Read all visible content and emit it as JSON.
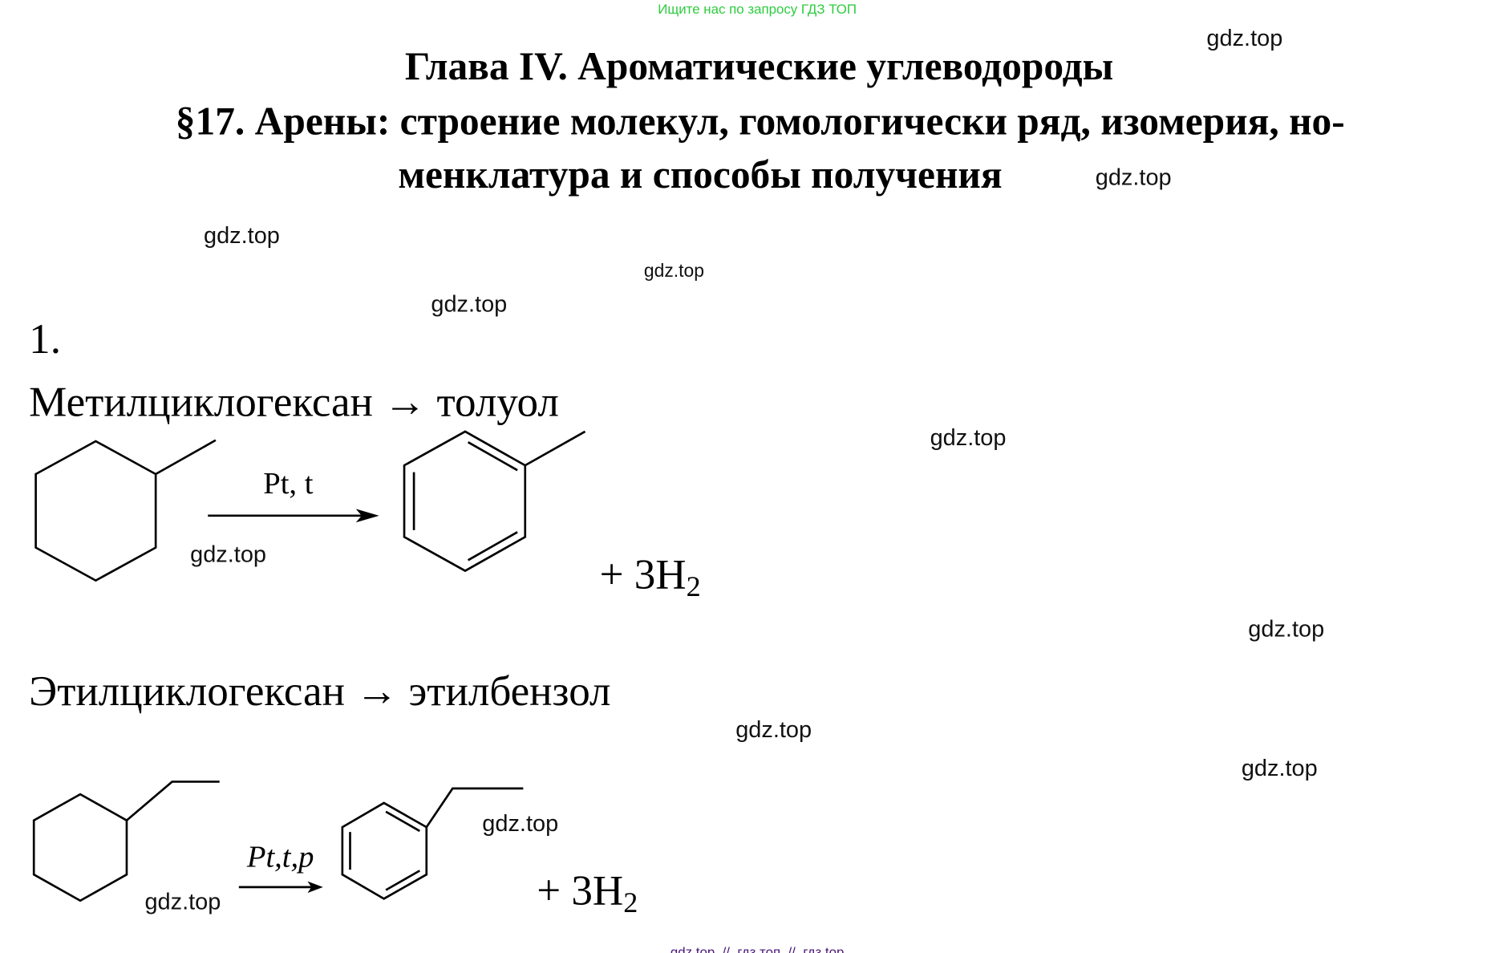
{
  "header": {
    "search_hint": "Ищите нас по запросу ГДЗ ТОП",
    "chapter_title": "Глава IV. Ароматические углеводороды",
    "section_title_line1": "§17. Арены: строение молекул, гомологически ряд, изомерия, но-",
    "section_title_line2": "менклатура и способы получения"
  },
  "task": {
    "number": "1.",
    "reaction1": {
      "title": "Метилциклогексан → толуол",
      "condition": "Pt, t",
      "product_extra": "+ 3H",
      "subscript": "2"
    },
    "reaction2": {
      "title": "Этилциклогексан → этилбензол",
      "condition": "Pt,t,p",
      "product_extra": "+ 3H",
      "subscript": "2"
    }
  },
  "watermarks": [
    "gdz.top",
    "gdz.top",
    "gdz.top",
    "gdz.top",
    "gdz.top",
    "gdz.top",
    "gdz.top",
    "gdz.top",
    "gdz.top",
    "gdz.top",
    "gdz.top",
    "gdz.top"
  ],
  "footer": {
    "text": "gdz top  //  гдз топ  //  гдз top"
  },
  "colors": {
    "hint": "#2ecc40",
    "footer": "#4b1a7a"
  }
}
